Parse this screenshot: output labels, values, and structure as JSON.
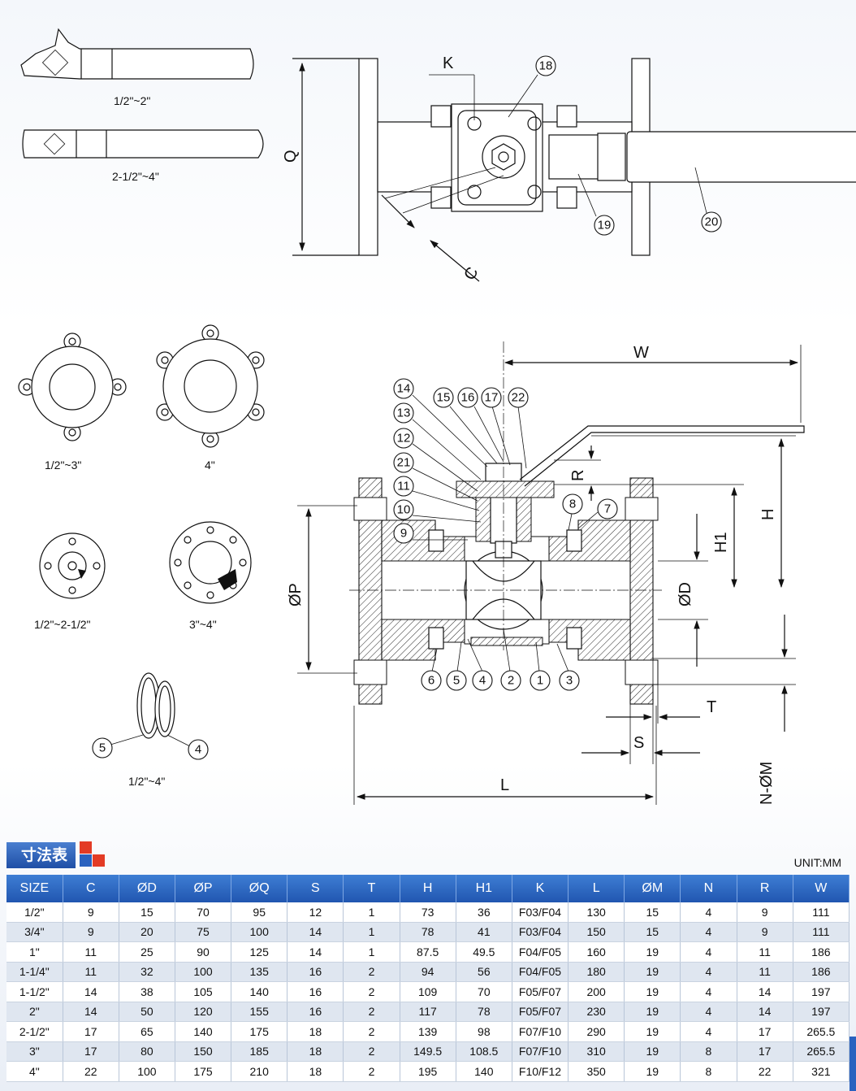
{
  "diagram": {
    "handle_labels": [
      "1/2\"~2\"",
      "2-1/2\"~4\""
    ],
    "flange_labels": [
      "1/2\"~3\"",
      "4\""
    ],
    "seat_labels": [
      "1/2\"~2-1/2\"",
      "3\"~4\""
    ],
    "seal_label": "1/2\"~4\"",
    "dimension_letters": {
      "Q": "Q",
      "K": "K",
      "C": "C",
      "W": "W",
      "R": "R",
      "H": "H",
      "H1": "H1",
      "OD": "ØD",
      "OP": "ØP",
      "T": "T",
      "S": "S",
      "L": "L",
      "NOM": "N-ØM"
    },
    "callouts_top": [
      "18",
      "19",
      "20"
    ],
    "callouts_section": [
      "14",
      "13",
      "12",
      "21",
      "11",
      "10",
      "9",
      "15",
      "16",
      "17",
      "22",
      "8",
      "7",
      "6",
      "5",
      "4",
      "2",
      "1",
      "3"
    ],
    "callouts_seal": [
      "5",
      "4"
    ]
  },
  "table": {
    "title": "寸法表",
    "unit": "UNIT:MM",
    "headers": [
      "SIZE",
      "C",
      "ØD",
      "ØP",
      "ØQ",
      "S",
      "T",
      "H",
      "H1",
      "K",
      "L",
      "ØM",
      "N",
      "R",
      "W"
    ],
    "rows": [
      [
        "1/2\"",
        "9",
        "15",
        "70",
        "95",
        "12",
        "1",
        "73",
        "36",
        "F03/F04",
        "130",
        "15",
        "4",
        "9",
        "111"
      ],
      [
        "3/4\"",
        "9",
        "20",
        "75",
        "100",
        "14",
        "1",
        "78",
        "41",
        "F03/F04",
        "150",
        "15",
        "4",
        "9",
        "111"
      ],
      [
        "1\"",
        "11",
        "25",
        "90",
        "125",
        "14",
        "1",
        "87.5",
        "49.5",
        "F04/F05",
        "160",
        "19",
        "4",
        "11",
        "186"
      ],
      [
        "1-1/4\"",
        "11",
        "32",
        "100",
        "135",
        "16",
        "2",
        "94",
        "56",
        "F04/F05",
        "180",
        "19",
        "4",
        "11",
        "186"
      ],
      [
        "1-1/2\"",
        "14",
        "38",
        "105",
        "140",
        "16",
        "2",
        "109",
        "70",
        "F05/F07",
        "200",
        "19",
        "4",
        "14",
        "197"
      ],
      [
        "2\"",
        "14",
        "50",
        "120",
        "155",
        "16",
        "2",
        "117",
        "78",
        "F05/F07",
        "230",
        "19",
        "4",
        "14",
        "197"
      ],
      [
        "2-1/2\"",
        "17",
        "65",
        "140",
        "175",
        "18",
        "2",
        "139",
        "98",
        "F07/F10",
        "290",
        "19",
        "4",
        "17",
        "265.5"
      ],
      [
        "3\"",
        "17",
        "80",
        "150",
        "185",
        "18",
        "2",
        "149.5",
        "108.5",
        "F07/F10",
        "310",
        "19",
        "8",
        "17",
        "265.5"
      ],
      [
        "4\"",
        "22",
        "100",
        "175",
        "210",
        "18",
        "2",
        "195",
        "140",
        "F10/F12",
        "350",
        "19",
        "8",
        "22",
        "321"
      ]
    ]
  },
  "colors": {
    "header_blue": "#2a62bf",
    "deco_red": "#e33b25",
    "deco_blue": "#2a62bf"
  }
}
